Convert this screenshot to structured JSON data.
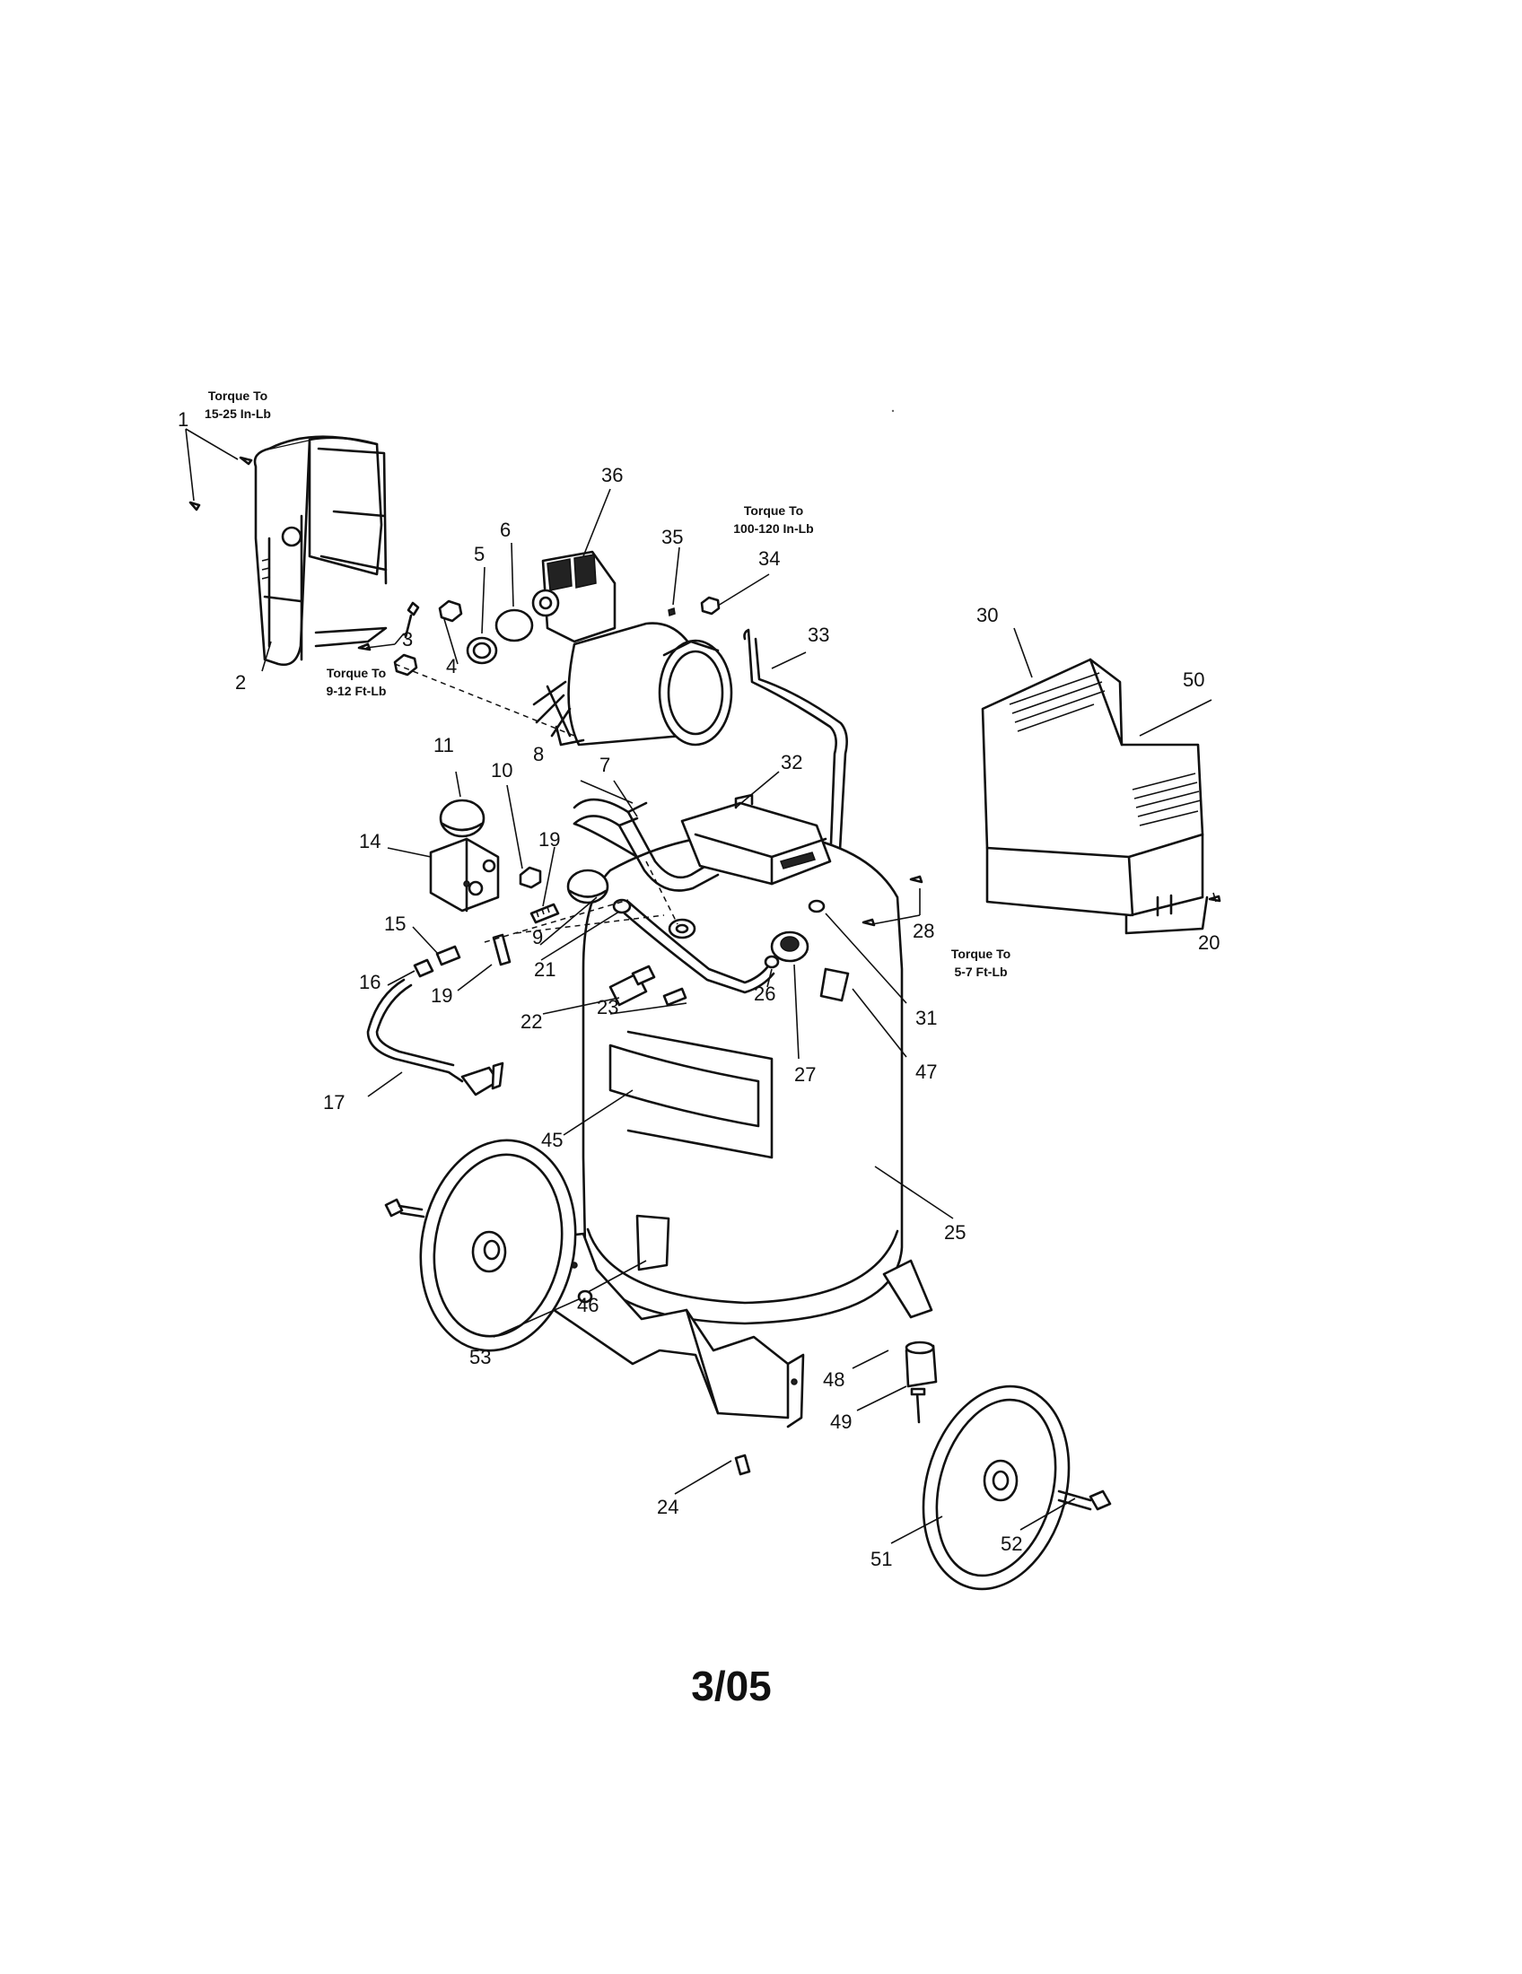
{
  "torque_notes": {
    "t1": [
      "Torque To",
      "15-25 In-Lb"
    ],
    "t2": [
      "Torque To",
      "100-120 In-Lb"
    ],
    "t3": [
      "Torque To",
      "9-12 Ft-Lb"
    ],
    "t4": [
      "Torque To",
      "5-7 Ft-Lb"
    ]
  },
  "labels": {
    "l1": "1",
    "l2": "2",
    "l3": "3",
    "l4": "4",
    "l5": "5",
    "l6": "6",
    "l7": "7",
    "l8": "8",
    "l9": "9",
    "l10": "10",
    "l11": "11",
    "l14": "14",
    "l15": "15",
    "l16": "16",
    "l17": "17",
    "l19a": "19",
    "l19b": "19",
    "l20": "20",
    "l21": "21",
    "l22": "22",
    "l23": "23",
    "l24": "24",
    "l25": "25",
    "l26": "26",
    "l27": "27",
    "l28": "28",
    "l30": "30",
    "l31": "31",
    "l32": "32",
    "l33": "33",
    "l34": "34",
    "l35": "35",
    "l36": "36",
    "l45": "45",
    "l46": "46",
    "l47": "47",
    "l48": "48",
    "l49": "49",
    "l50": "50",
    "l51": "51",
    "l52": "52",
    "l53": "53"
  },
  "date_code": "3/05"
}
